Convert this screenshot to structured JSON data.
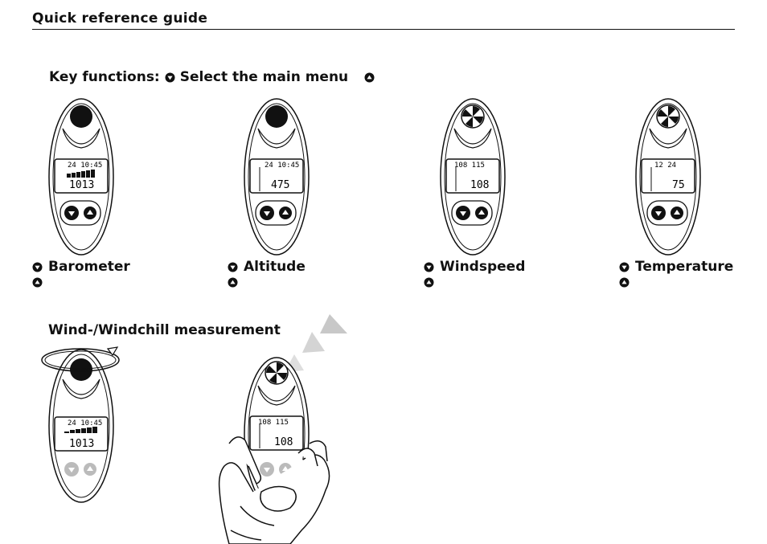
{
  "header": {
    "title": "Quick reference guide"
  },
  "key_functions": {
    "label": "Key functions:",
    "select_text": "Select the main menu"
  },
  "devices": [
    {
      "name": "Barometer",
      "display_top": "24 10:45",
      "display_bottom": "1013"
    },
    {
      "name": "Altitude",
      "display_top": "24 10:45",
      "display_bottom": "475"
    },
    {
      "name": "Windspeed",
      "display_top": "108 115",
      "display_bottom": "108"
    },
    {
      "name": "Temperature",
      "display_top": "12 24",
      "display_bottom": "75"
    }
  ],
  "section2": {
    "title": "Wind-/Windchill measurement",
    "devices": [
      {
        "display_top": "24 10:45",
        "display_bottom": "1013"
      },
      {
        "display_top": "108 115",
        "display_bottom": "108"
      }
    ]
  },
  "icons": {
    "down": "down-triangle-icon",
    "up": "up-triangle-icon",
    "fan": "fan-icon",
    "rotate": "rotate-arrow-icon",
    "wind": "wind-arrow-icon"
  }
}
